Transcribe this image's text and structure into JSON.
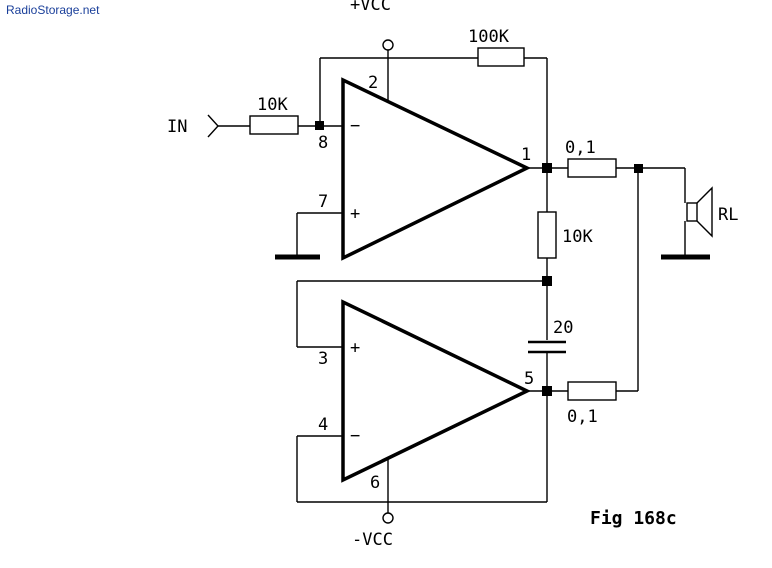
{
  "watermark": "RadioStorage.net",
  "supply": {
    "positive": "+VCC",
    "negative": "-VCC"
  },
  "input_label": "IN",
  "load_label": "RL",
  "components": {
    "r_in": "10K",
    "r_feedback": "100K",
    "r_mid": "10K",
    "r_out_top": "0,1",
    "r_out_bottom": "0,1",
    "capacitor": "20"
  },
  "pins": {
    "p1": "1",
    "p2": "2",
    "p3": "3",
    "p4": "4",
    "p5": "5",
    "p6": "6",
    "p7": "7",
    "p8": "8"
  },
  "signs": {
    "minus": "−",
    "plus": "+"
  },
  "figure_caption": "Fig 168c"
}
